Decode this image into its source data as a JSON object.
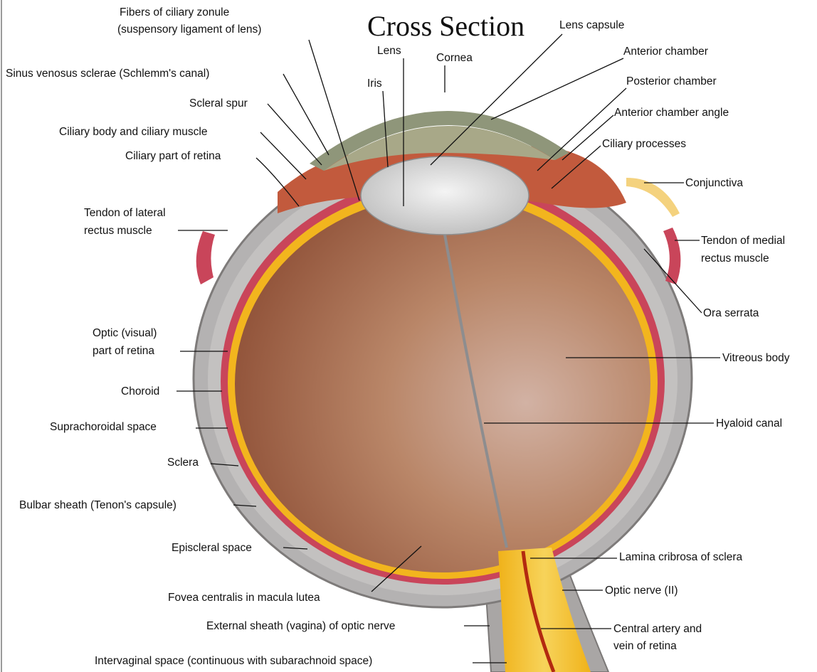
{
  "title": "Cross Section",
  "colors": {
    "background": "#ffffff",
    "sclera": "#b4b2b2",
    "sclera_dark": "#8a8786",
    "choroid": "#c9455a",
    "retina": "#f2b51e",
    "vitreous": "#a46a4e",
    "lens": "#dcdcdc",
    "cornea": "#9aa07a",
    "optic_nerve": "#f1bf2e",
    "artery": "#b32a10",
    "conjunctiva": "#f4d27e"
  },
  "labels": {
    "fibers_ciliary_zonule_1": "Fibers of ciliary zonule",
    "fibers_ciliary_zonule_2": "(suspensory ligament of lens)",
    "lens": "Lens",
    "cornea": "Cornea",
    "iris": "Iris",
    "lens_capsule": "Lens capsule",
    "anterior_chamber": "Anterior chamber",
    "posterior_chamber": "Posterior chamber",
    "anterior_chamber_angle": "Anterior chamber angle",
    "ciliary_processes": "Ciliary processes",
    "conjunctiva": "Conjunctiva",
    "tendon_medial_1": "Tendon of medial",
    "tendon_medial_2": "rectus muscle",
    "ora_serrata": "Ora serrata",
    "vitreous_body": "Vitreous body",
    "hyaloid_canal": "Hyaloid canal",
    "lamina_cribrosa": "Lamina cribrosa of sclera",
    "optic_nerve": "Optic nerve (II)",
    "central_artery_1": "Central artery and",
    "central_artery_2": "vein of retina",
    "sinus_venosus": "Sinus venosus sclerae (Schlemm's canal)",
    "scleral_spur": "Scleral spur",
    "ciliary_body": "Ciliary body and ciliary muscle",
    "ciliary_part_retina": "Ciliary part of retina",
    "tendon_lateral_1": "Tendon of lateral",
    "tendon_lateral_2": "rectus muscle",
    "optic_retina_1": "Optic (visual)",
    "optic_retina_2": "part of retina",
    "choroid": "Choroid",
    "suprachoroidal": "Suprachoroidal space",
    "sclera": "Sclera",
    "bulbar_sheath": "Bulbar sheath (Tenon's capsule)",
    "episcleral": "Episcleral space",
    "fovea": "Fovea centralis in macula lutea",
    "external_sheath": "External sheath (vagina) of optic nerve",
    "intervaginal": "Intervaginal space (continuous with subarachnoid space)"
  }
}
